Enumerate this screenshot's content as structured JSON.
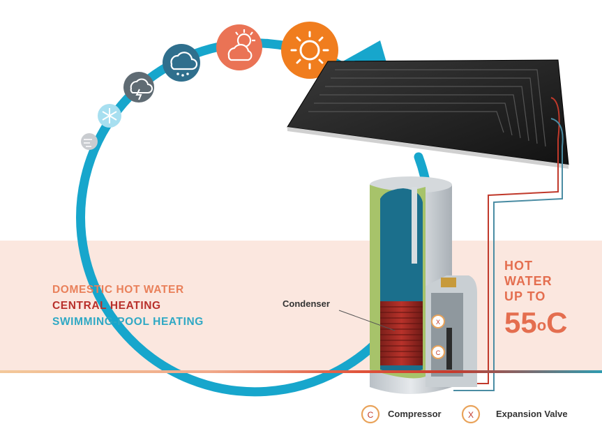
{
  "uses": {
    "domestic": "DOMESTIC HOT WATER",
    "central": "CENTRAL HEATING",
    "pool": "SWIMMING-POOL HEATING"
  },
  "hot_water": {
    "line1": "HOT",
    "line2": "WATER",
    "line3": "UP TO",
    "temp": "55",
    "unit": "C"
  },
  "condenser_label": "Condenser",
  "legend": {
    "compressor_symbol": "C",
    "compressor": "Compressor",
    "valve_symbol": "X",
    "valve": "Expansion Valve"
  },
  "weather_icons": [
    "wind-icon",
    "snowflake-icon",
    "storm-icon",
    "rain-cloud-icon",
    "sun-cloud-icon",
    "sun-icon"
  ],
  "colors": {
    "blue_ring": "#17a6cc",
    "band": "#fbe7df",
    "orange": "#e46e4f",
    "red": "#b8302b",
    "teal": "#2fa8c4"
  }
}
